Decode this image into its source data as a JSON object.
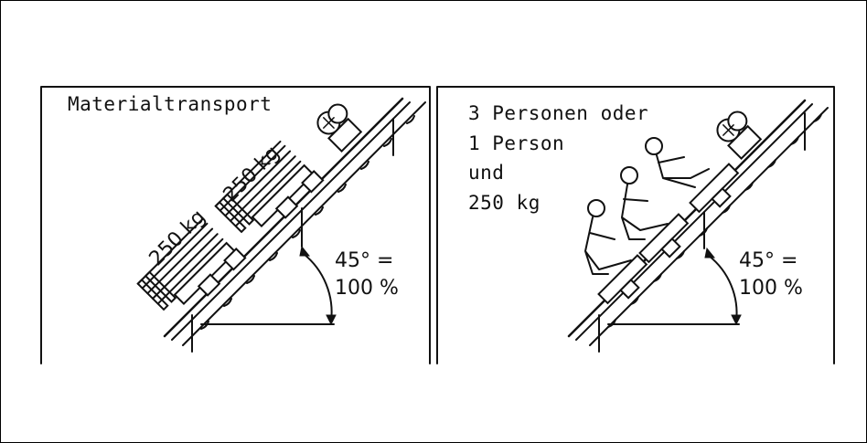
{
  "left_panel": {
    "title": "Materialtransport",
    "load_label_1": "250 kg",
    "load_label_2": "250 kg",
    "angle_line_1": "45° =",
    "angle_line_2": "100 %"
  },
  "right_panel": {
    "title_line_1": "3 Personen oder",
    "title_line_2": "1 Person",
    "title_line_3": "und",
    "title_line_4": "250 kg",
    "angle_line_1": "45° =",
    "angle_line_2": "100 %"
  }
}
